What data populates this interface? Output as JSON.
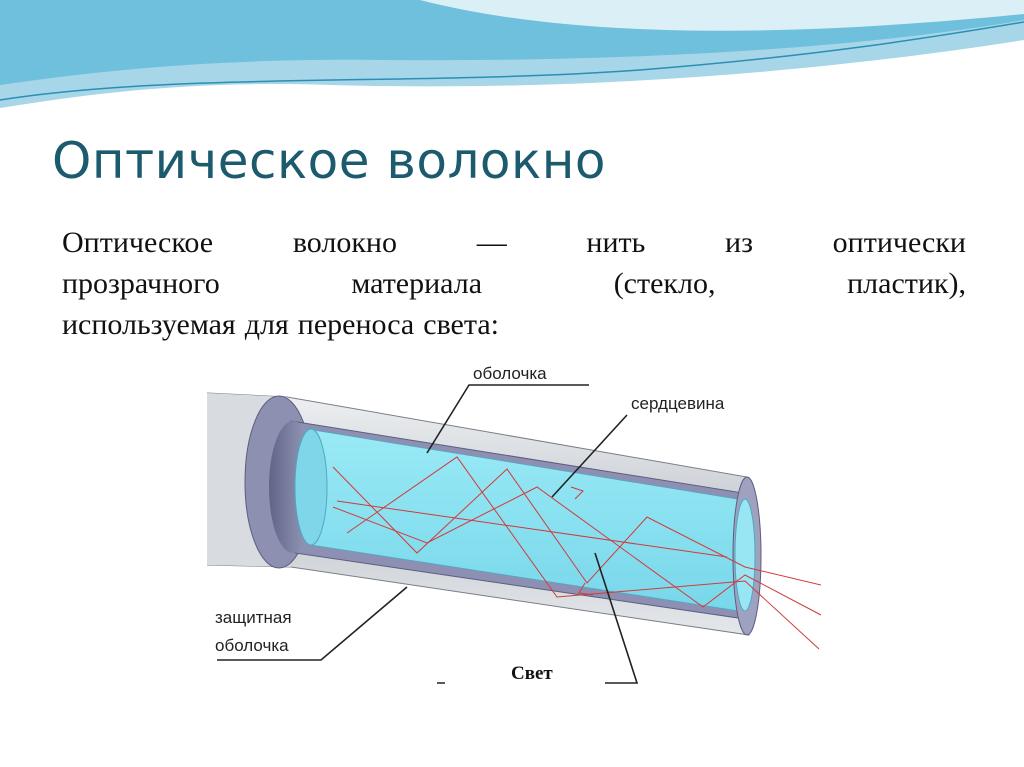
{
  "slide": {
    "title": "Оптическое волокно",
    "paragraph_lines": [
      [
        "Оптическое",
        "волокно",
        "—",
        "нить",
        "из",
        "оптически"
      ],
      [
        "прозрачного",
        "материала",
        "(стекло,",
        "пластик),"
      ],
      [
        "используемая",
        "для",
        "переноса",
        "света:"
      ]
    ]
  },
  "diagram": {
    "labels": {
      "cladding": "оболочка",
      "core": "сердцевина",
      "jacket_line1": "защитная",
      "jacket_line2": "оболочка",
      "light": "Свет"
    },
    "colors": {
      "core": "#86e3f2",
      "cladding": "#7d80a6",
      "jacket": "#d4d8dc",
      "ray": "#d23a3a",
      "title": "#1c5a6e"
    }
  }
}
